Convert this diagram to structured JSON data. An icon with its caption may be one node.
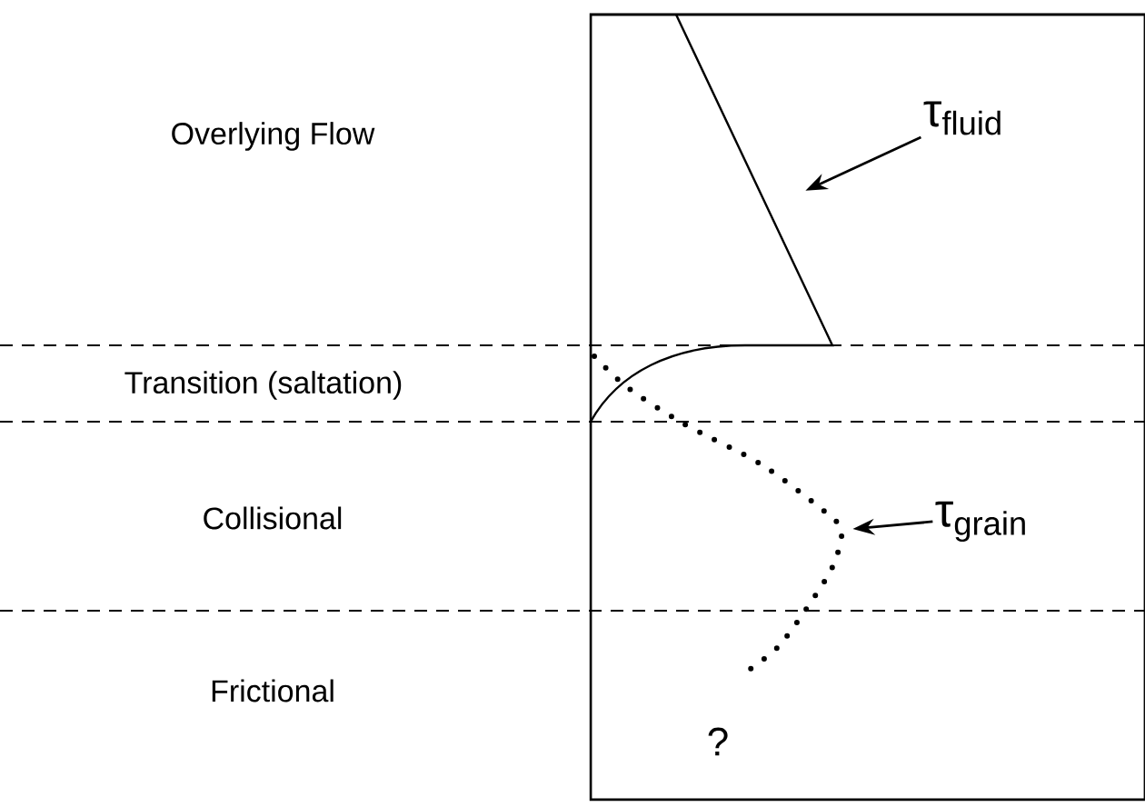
{
  "diagram": {
    "nodes": [
      {
        "text": [
          "τ$_{fluid}$"
        ]
      },
      {
        "text": [
          "τ$_{grain}$"
        ]
      },
      {
        "text": [],
        "shape": "line"
      },
      {
        "text": [],
        "shape": "curve"
      }
    ],
    "edges": [
      {
        "from": 0,
        "to": 2,
        "arrow": "to"
      },
      {
        "from": 1,
        "to": 3,
        "arrow": "to"
      }
    ],
    "labels": [
      "Overlying Flow",
      "Transition (saltation)",
      "Collisional",
      "Frictional",
      "?"
    ]
  }
}
